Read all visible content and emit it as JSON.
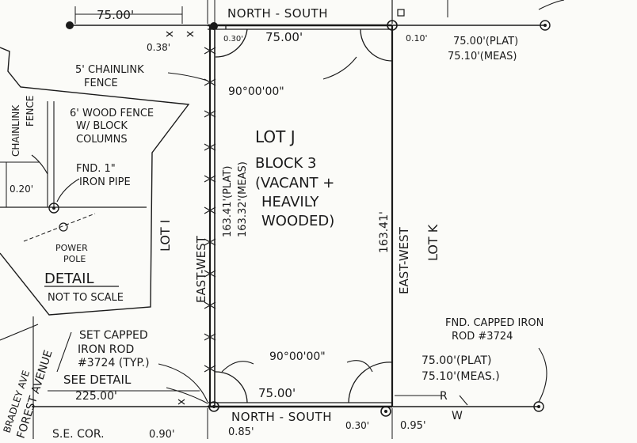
{
  "survey": {
    "lot_title": "LOT J",
    "block": "BLOCK 3",
    "note_1": "(VACANT +",
    "note_2": "HEAVILY",
    "note_3": "WOODED)",
    "lot_west": "LOT I",
    "lot_east": "LOT K",
    "north_line_label": "NORTH - SOUTH",
    "south_line_label": "NORTH - SOUTH",
    "west_line_label": "EAST-WEST",
    "east_line_label": "EAST-WEST",
    "top_left_dim": "75.00'",
    "top_lot_dim": "75.00'",
    "bottom_lot_dim": "75.00'",
    "west_plat": "163.41'(PLAT)",
    "west_meas": "163.32'(MEAS)",
    "east_dim": "163.41'",
    "angle_top": "90°00'00\"",
    "angle_bottom": "90°00'00\"",
    "offset_038": "0.38'",
    "offset_030_top": "0.30'",
    "offset_010": "0.10'",
    "right_top_plat": "75.00'(PLAT)",
    "right_top_meas": "75.10'(MEAS)",
    "right_bottom_plat": "75.00'(PLAT)",
    "right_bottom_meas": "75.10'(MEAS.)",
    "chainlink_1": "5' CHAINLINK",
    "chainlink_2": "FENCE",
    "chainlink_vertical_1": "CHAINLINK",
    "chainlink_vertical_2": "FENCE",
    "wood_fence_1": "6' WOOD FENCE",
    "wood_fence_2": "W/ BLOCK",
    "wood_fence_3": "COLUMNS",
    "fnd_pipe_1": "FND. 1\"",
    "fnd_pipe_2": "IRON PIPE",
    "offset_020": "0.20'",
    "power_pole_1": "POWER",
    "power_pole_2": "POLE",
    "detail_title": "DETAIL",
    "detail_note": "NOT TO SCALE",
    "set_capped_1": "SET CAPPED",
    "set_capped_2": "IRON ROD",
    "set_capped_3": "#3724 (TYP.)",
    "see_detail": "SEE DETAIL",
    "dim_225": "225.00'",
    "fnd_capped_1": "FND. CAPPED IRON",
    "fnd_capped_2": "ROD #3724",
    "rw_r": "R",
    "rw_w": "W",
    "offset_095": "0.95'",
    "offset_085": "0.85'",
    "offset_030_bottom": "0.30'",
    "offset_090": "0.90'",
    "se_cor": "S.E. COR.",
    "forest_avenue": "FOREST AVENUE",
    "street_partial": "BRADLEY AVE"
  }
}
